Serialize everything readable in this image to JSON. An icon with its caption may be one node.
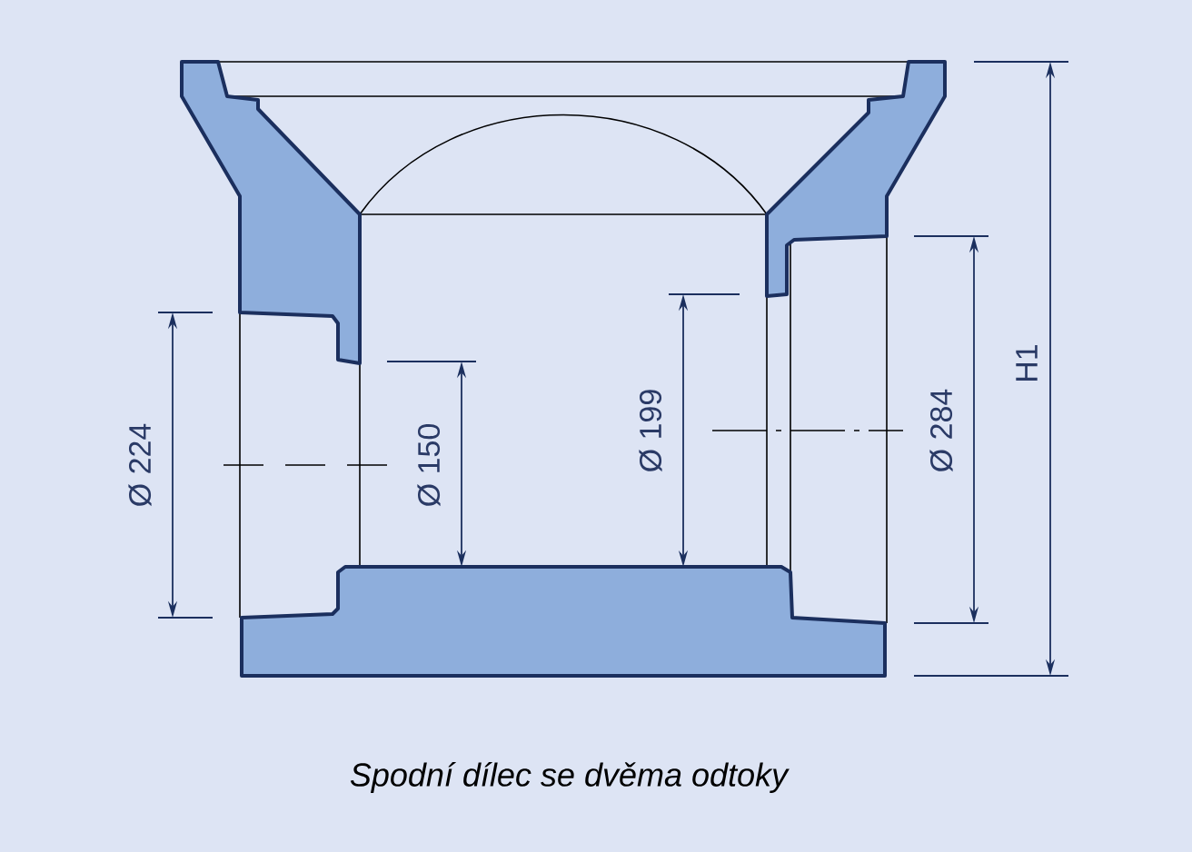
{
  "diagram": {
    "caption": "Spodní dílec se dvěma odtoky",
    "labels": [
      "Ø 224",
      "Ø 150",
      "Ø 199",
      "Ø 284",
      "H1"
    ]
  }
}
